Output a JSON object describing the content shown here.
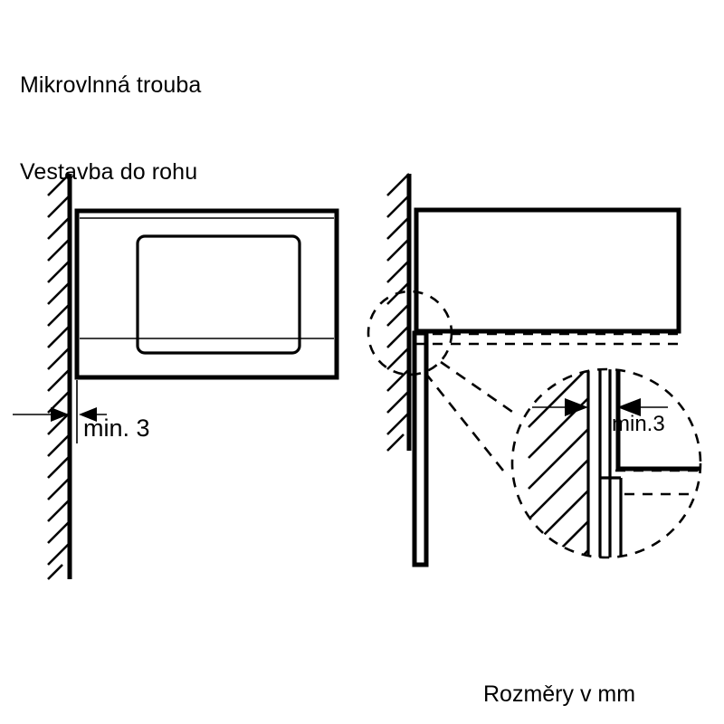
{
  "document": {
    "title_lines": [
      "Mikrovlnná trouba",
      "Vestavba do rohu"
    ],
    "units_note": "Rozměry v mm"
  },
  "diagrams": {
    "front_view": {
      "name": "front-view-corner-installation",
      "dimension_label": "min. 3",
      "dimension_value": 3,
      "dimension_unit": "mm",
      "dimension_qualifier": "min."
    },
    "top_view": {
      "name": "top-view-corner-installation",
      "detail_label": "min.3",
      "dimension_value": 3,
      "dimension_unit": "mm",
      "dimension_qualifier": "min."
    }
  },
  "colors": {
    "line": "#000000",
    "background": "#ffffff",
    "text": "#000000"
  },
  "icons": {
    "wall_hatch": "hatched-wall-icon",
    "detail_circle": "detail-callout-circle-icon",
    "arrow_left": "dimension-arrow-left-icon",
    "arrow_right": "dimension-arrow-right-icon"
  }
}
